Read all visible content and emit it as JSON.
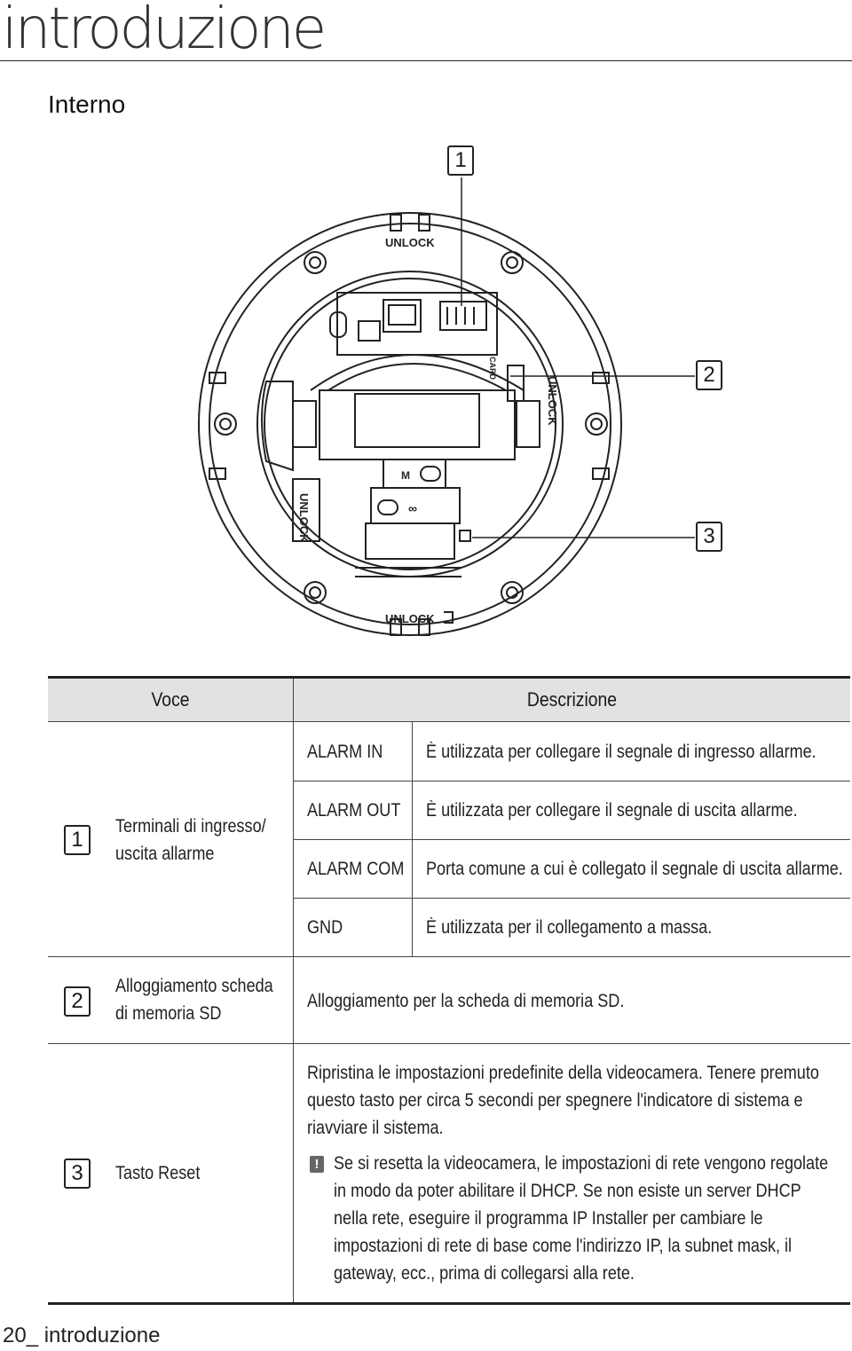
{
  "page": {
    "chapter_title": "introduzione",
    "section_title": "Interno",
    "footer_number": "20_",
    "footer_label": "introduzione"
  },
  "figure": {
    "callouts": [
      "1",
      "2",
      "3"
    ],
    "labels": {
      "unlock_top": "UNLOCK",
      "unlock_right": "UNLOCK",
      "unlock_left": "UNLOCK",
      "unlock_bottom": "UNLOCK",
      "sd_card": "CARD",
      "infinity": "∞",
      "arrow_label": "M"
    }
  },
  "table": {
    "header_item": "Voce",
    "header_description": "Descrizione",
    "rows": [
      {
        "num": "1",
        "item": "Terminali di ingresso/ uscita allarme",
        "subrows": [
          {
            "name": "ALARM IN",
            "desc": "È utilizzata per collegare il segnale di ingresso allarme."
          },
          {
            "name": "ALARM OUT",
            "desc": "È utilizzata per collegare il segnale di uscita allarme."
          },
          {
            "name": "ALARM COM",
            "desc": "Porta comune a cui è collegato il segnale di uscita allarme."
          },
          {
            "name": "GND",
            "desc": "È utilizzata per il collegamento a massa."
          }
        ]
      },
      {
        "num": "2",
        "item": "Alloggiamento scheda di memoria SD",
        "desc": "Alloggiamento per la scheda di memoria SD."
      },
      {
        "num": "3",
        "item": "Tasto Reset",
        "desc": "Ripristina le impostazioni predefinite della videocamera. Tenere premuto questo tasto per circa 5 secondi per spegnere l'indicatore di sistema e riavviare il sistema.",
        "note_icon": "!",
        "note": "Se si resetta la videocamera, le impostazioni di rete vengono regolate in modo da poter abilitare il DHCP. Se non esiste un server DHCP nella rete, eseguire il programma IP Installer per cambiare le impostazioni di rete di base come l'indirizzo IP, la subnet mask, il gateway, ecc., prima di collegarsi alla rete."
      }
    ]
  }
}
